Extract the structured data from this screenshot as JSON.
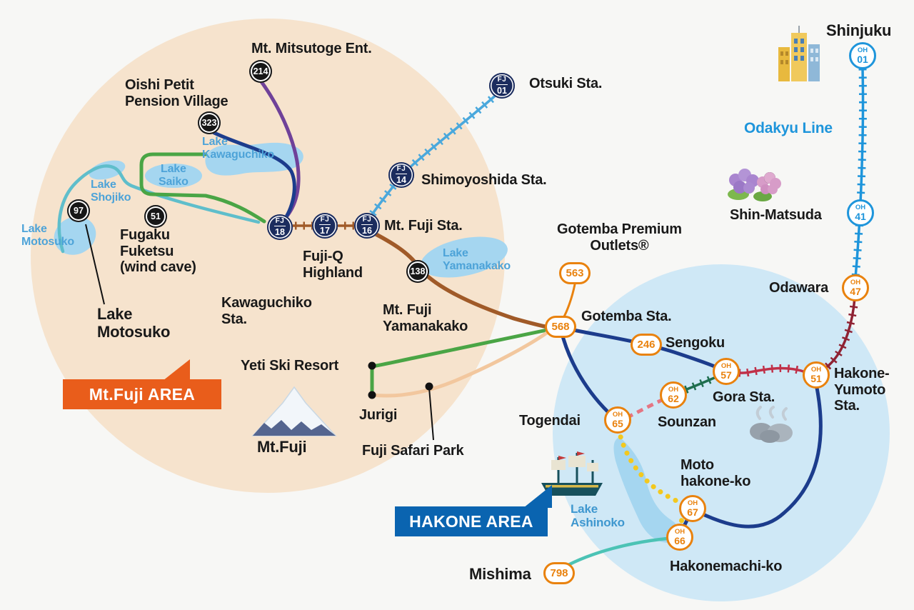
{
  "areas": {
    "fuji_label": "Mt.Fuji AREA",
    "hakone_label": "HAKONE AREA"
  },
  "codes": {
    "fj": "FJ",
    "oh": "OH"
  },
  "labels": {
    "mt_mitsutoge": "Mt. Mitsutoge Ent.",
    "oishi": "Oishi Petit\nPension Village",
    "lake_kawaguchiko": "Lake\nKawaguchiko",
    "lake_saiko": "Lake\nSaiko",
    "lake_shojiko": "Lake\nShojiko",
    "lake_motosuko_small": "Lake\nMotosuko",
    "fugaku": "Fugaku\nFuketsu\n(wind cave)",
    "lake_motosuko_big": "Lake\nMotosuko",
    "otsuki": "Otsuki Sta.",
    "shimoyoshida": "Shimoyoshida Sta.",
    "mt_fuji_sta": "Mt. Fuji Sta.",
    "fujiq": "Fuji-Q\nHighland",
    "kawaguchiko_sta": "Kawaguchiko\nSta.",
    "lake_yamanakako": "Lake\nYamanakako",
    "mt_fuji_yamanakako": "Mt. Fuji\nYamanakako",
    "yeti": "Yeti Ski Resort",
    "jurigi": "Jurigi",
    "fuji_safari": "Fuji Safari Park",
    "mt_fuji": "Mt.Fuji",
    "gotemba_premium": "Gotemba Premium\nOutlets®",
    "gotemba_sta": "Gotemba Sta.",
    "sengoku": "Sengoku",
    "gora": "Gora Sta.",
    "hakone_yumoto": "Hakone-\nYumoto\nSta.",
    "sounzan": "Sounzan",
    "togendai": "Togendai",
    "moto_hakone": "Moto\nhakone-ko",
    "hakonemachi": "Hakonemachi-ko",
    "mishima": "Mishima",
    "lake_ashinoko": "Lake\nAshinoko",
    "shinjuku": "Shinjuku",
    "odakyu_line": "Odakyu Line",
    "shin_matsuda": "Shin-Matsuda",
    "odawara": "Odawara"
  },
  "road_badges": {
    "b214": "214",
    "b323": "323",
    "b97": "97",
    "b51": "51",
    "b138": "138"
  },
  "route_ovals": {
    "r563": "563",
    "r568": "568",
    "r246": "246",
    "r798": "798"
  },
  "stations": {
    "fj01": "01",
    "fj14": "14",
    "fj16": "16",
    "fj17": "17",
    "fj18": "18",
    "oh01": "01",
    "oh41": "41",
    "oh47": "47",
    "oh51": "51",
    "oh57": "57",
    "oh62": "62",
    "oh65": "65",
    "oh66": "66",
    "oh67": "67"
  },
  "colors": {
    "fuji_area_bg": "#f6e3cd",
    "hakone_area_bg": "#cfe8f6",
    "lake_blue": "#a5d6f0",
    "odakyu_blue": "#1e95db",
    "fj_rail_blue": "#4aa8dc",
    "fujikyu_brown": "#a05a28",
    "purple_route": "#6f4199",
    "navy_route": "#1c3c8c",
    "green_route": "#4aa545",
    "teal_route": "#5fbecb",
    "peach_route": "#f2c79e",
    "odawara_rail_red": "#8f2233",
    "tozan_red": "#c03048",
    "cablecar_green": "#1f6e4e",
    "ropeway_pink": "#e57583",
    "boat_yellow": "#f3c81e",
    "mishima_teal": "#4cc3b5",
    "flag_orange": "#e95d1b",
    "flag_blue": "#0a64b0"
  }
}
